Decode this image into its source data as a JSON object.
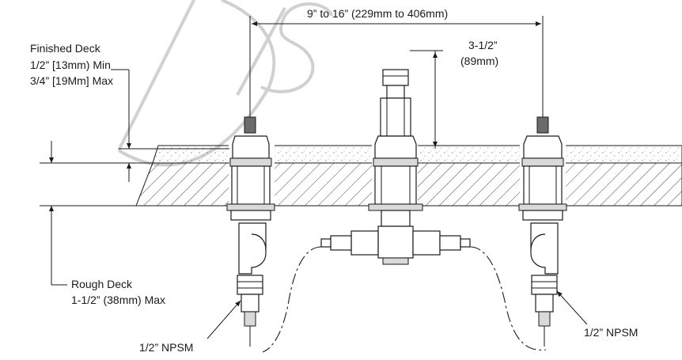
{
  "dimensions": {
    "spread": "9” to 16” (229mm to 406mm)",
    "height": "3-1/2”",
    "height_metric": "(89mm)"
  },
  "finished_deck": {
    "title": "Finished Deck",
    "min": "1/2” [13mm) Min",
    "max": "3/4” [19Mm] Max"
  },
  "rough_deck": {
    "title": "Rough Deck",
    "max": "1-1/2” (38mm) Max"
  },
  "connections": {
    "left": "1/2” NPSM",
    "right": "1/2” NPSM"
  },
  "watermark": "DIS",
  "colors": {
    "line": "#1a1a1a",
    "hatch": "#1a1a1a",
    "watermark": "#d0d0d0"
  }
}
